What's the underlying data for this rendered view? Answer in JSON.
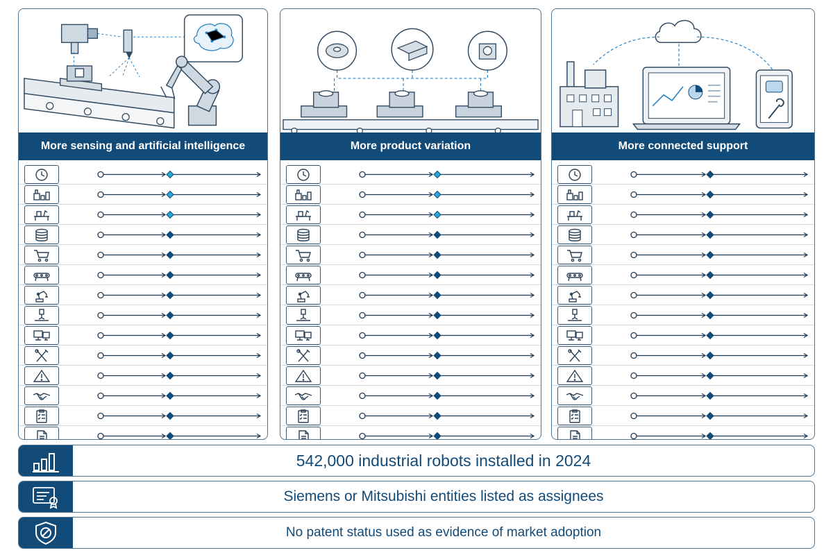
{
  "panels": [
    {
      "title": "More sensing and artificial intelligence",
      "row_count": 14
    },
    {
      "title": "More product variation",
      "row_count": 14
    },
    {
      "title": "More connected support",
      "row_count": 14
    }
  ],
  "row_icons": [
    "clock-icon",
    "factory-products-icon",
    "workstation-icon",
    "database-icon",
    "cart-icon",
    "conveyor-icon",
    "robot-arm-icon",
    "laser-tool-icon",
    "monitors-icon",
    "tools-icon",
    "warning-icon",
    "handshake-icon",
    "checklist-icon",
    "document-icon"
  ],
  "stats": [
    {
      "icon": "bar-chart-icon",
      "text": "542,000 industrial robots installed in 2024"
    },
    {
      "icon": "certificate-icon",
      "text": "Siemens or Mitsubishi entities listed as assignees"
    },
    {
      "icon": "shield-no-icon",
      "text": "No patent status used as evidence of market adoption"
    }
  ],
  "colors": {
    "primary": "#124a78",
    "border": "#4c7394",
    "diamond_highlight": "#2aa7d6",
    "diamond": "#124a78"
  }
}
